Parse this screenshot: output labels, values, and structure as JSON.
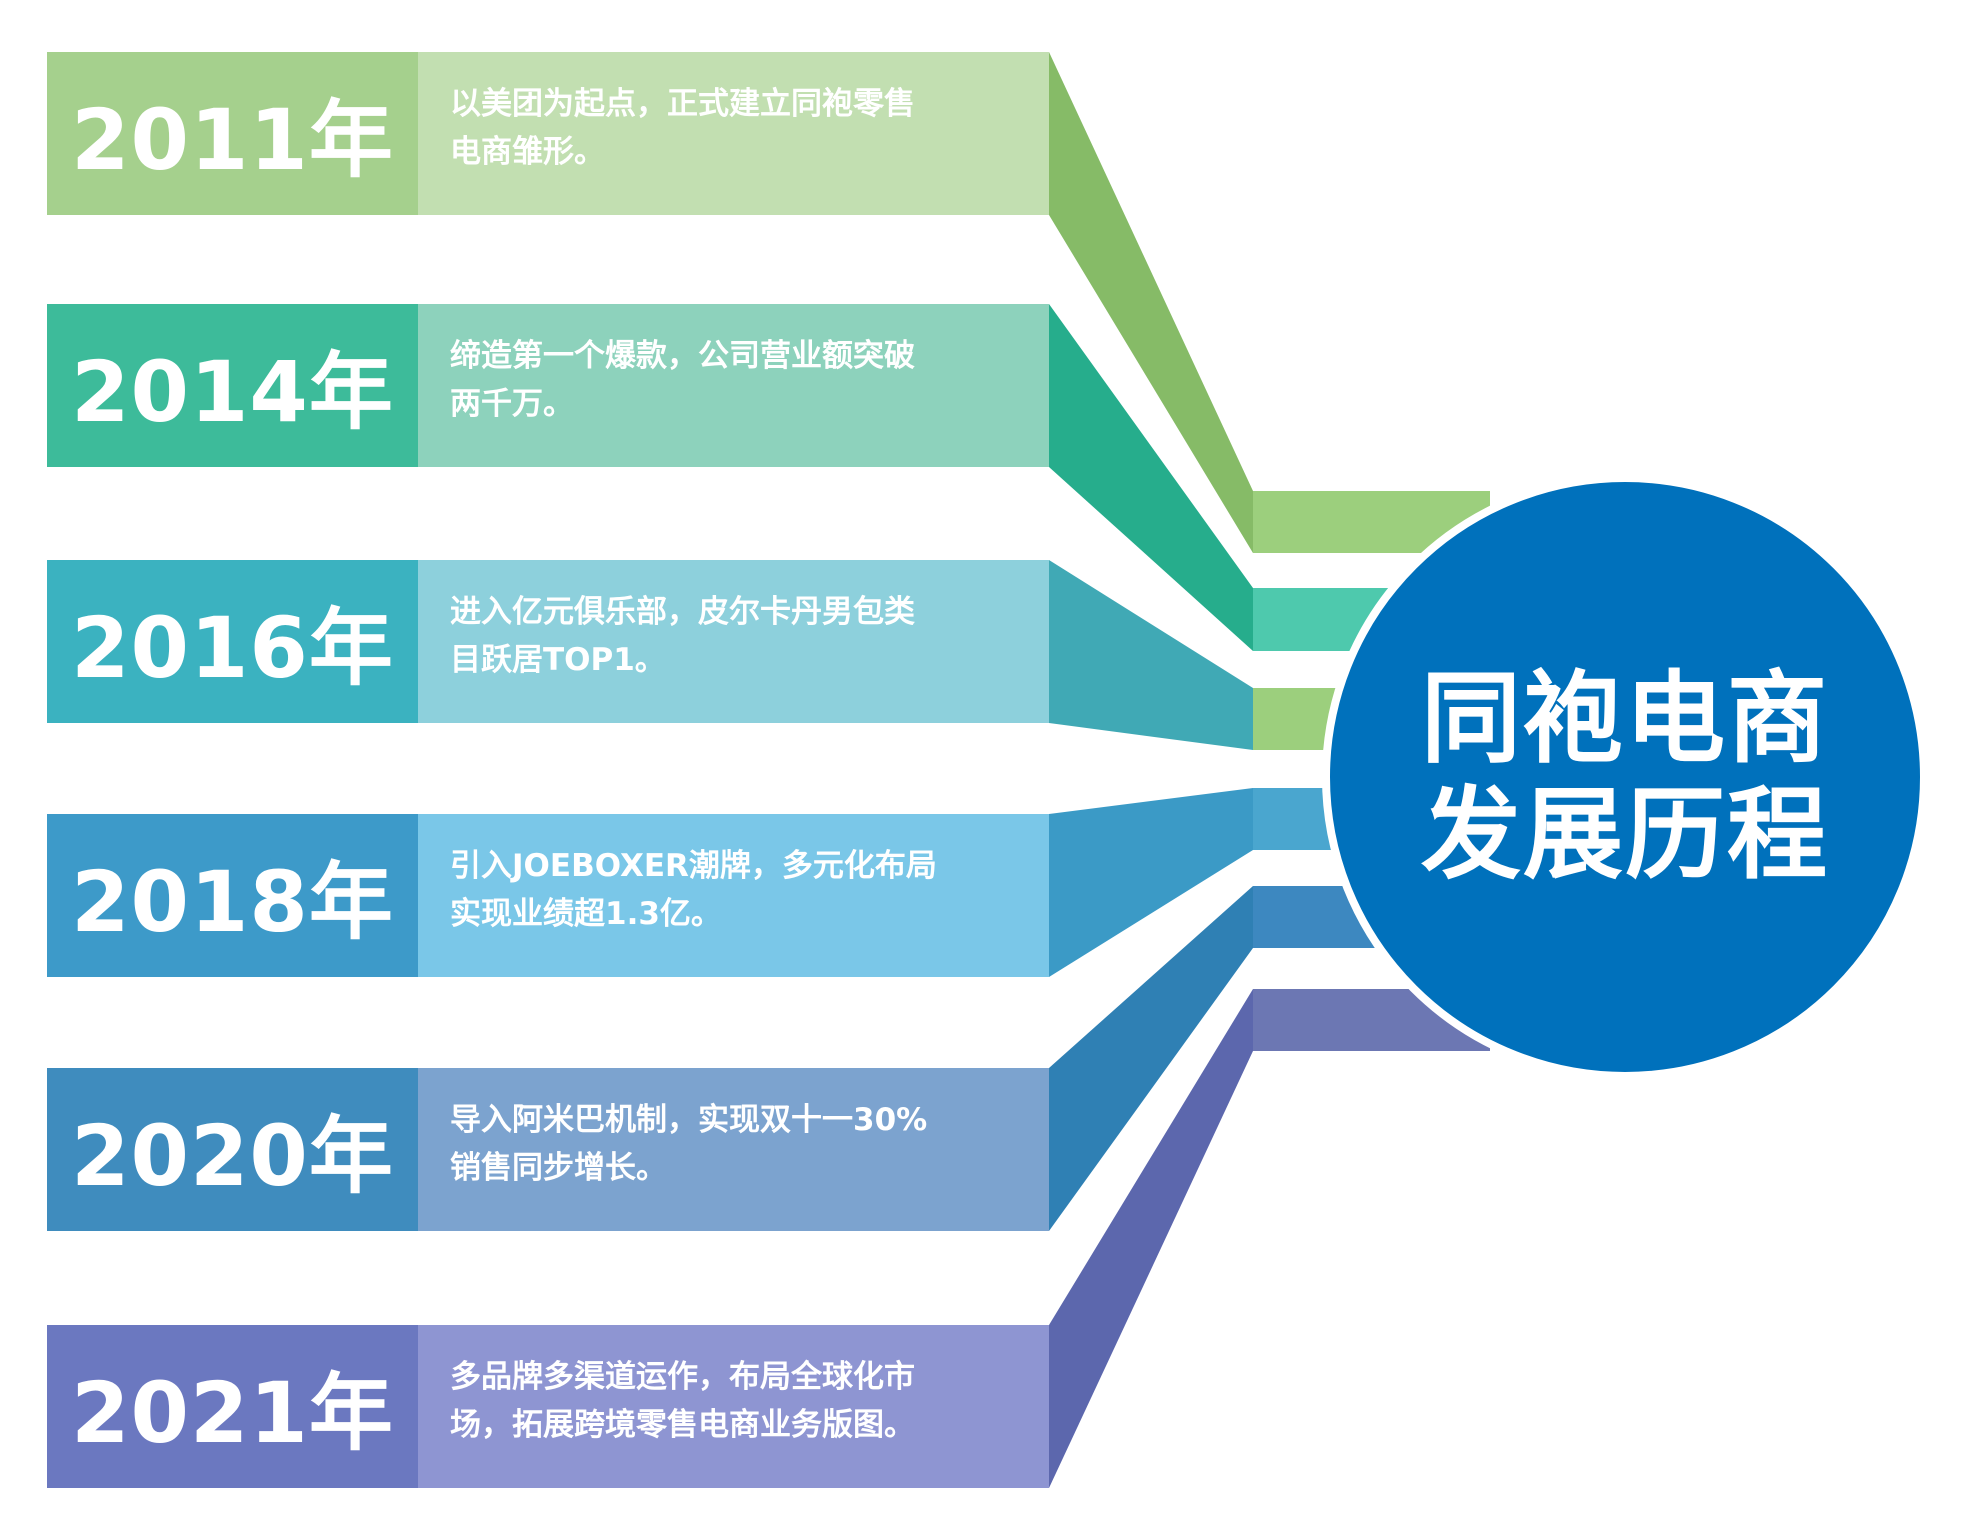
{
  "center": {
    "line1": "同袍电商",
    "line2": "发展历程",
    "color": "#0071bc"
  },
  "milestones": [
    {
      "year": "2011年",
      "text_line1": "以美团为起点，正式建立同袍零售",
      "text_line2": "电商雏形。",
      "year_color": "#a5d08d",
      "desc_color": "#c2dfb1",
      "ribbon_color": "#86bb67",
      "tab_color": "#9ccf7d"
    },
    {
      "year": "2014年",
      "text_line1": "缔造第一个爆款，公司营业额突破",
      "text_line2": "两千万。",
      "year_color": "#3dbb9a",
      "desc_color": "#8dd2bc",
      "ribbon_color": "#26ad8c",
      "tab_color": "#4ec9ad"
    },
    {
      "year": "2016年",
      "text_line1": "进入亿元俱乐部，皮尔卡丹男包类",
      "text_line2": "目跃居TOP1。",
      "year_color": "#3bb2c0",
      "desc_color": "#8dd0dc",
      "ribbon_color": "#40a9b5",
      "tab_color": "#9ccf7d"
    },
    {
      "year": "2018年",
      "text_line1": "引入JOEBOXER潮牌，多元化布局",
      "text_line2": "实现业绩超1.3亿。",
      "year_color": "#3d9ac9",
      "desc_color": "#7ac7e8",
      "ribbon_color": "#3b9ac6",
      "tab_color": "#4aa6cf"
    },
    {
      "year": "2020年",
      "text_line1": "导入阿米巴机制，实现双十一30%",
      "text_line2": "销售同步增长。",
      "year_color": "#3f8cbe",
      "desc_color": "#7ca3cf",
      "ribbon_color": "#2f80b4",
      "tab_color": "#3d88c0"
    },
    {
      "year": "2021年",
      "text_line1": "多品牌多渠道运作，布局全球化市",
      "text_line2": "场，拓展跨境零售电商业务版图。",
      "year_color": "#6b78c0",
      "desc_color": "#8e95d2",
      "ribbon_color": "#5c67ad",
      "tab_color": "#6c77b3"
    }
  ]
}
